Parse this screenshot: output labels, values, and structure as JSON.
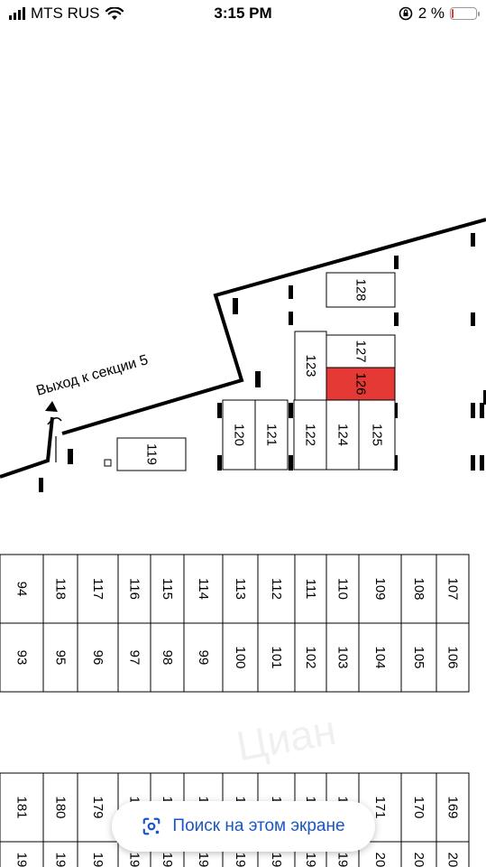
{
  "status_bar": {
    "carrier": "MTS RUS",
    "time": "3:15 PM",
    "battery_percent": "2 %",
    "battery_level": 0.02,
    "colors": {
      "battery_low": "#e53935"
    }
  },
  "map": {
    "exit_label": "Выход к секции 5",
    "highlight_color": "#e53935",
    "selected_slot": "126",
    "watermark": "Циан",
    "upper_slots": [
      "128",
      "127",
      "126",
      "123",
      "119",
      "120",
      "121",
      "122",
      "124",
      "125"
    ],
    "row_top": [
      "94",
      "118",
      "117",
      "116",
      "115",
      "114",
      "113",
      "112",
      "111",
      "110",
      "109",
      "108",
      "107"
    ],
    "row_middle": [
      "93",
      "95",
      "96",
      "97",
      "98",
      "99",
      "100",
      "101",
      "102",
      "103",
      "104",
      "105",
      "106"
    ],
    "row_bottom": [
      "181",
      "180",
      "179",
      "178",
      "177",
      "176",
      "175",
      "174",
      "173",
      "172",
      "171",
      "170",
      "169"
    ],
    "row_bottom_partial": [
      "19",
      "19",
      "19",
      "19",
      "19",
      "19",
      "19",
      "19",
      "19",
      "19",
      "20",
      "20",
      "20"
    ]
  },
  "overlay": {
    "search_label": "Поиск на этом экране",
    "icon": "google-lens-icon"
  }
}
